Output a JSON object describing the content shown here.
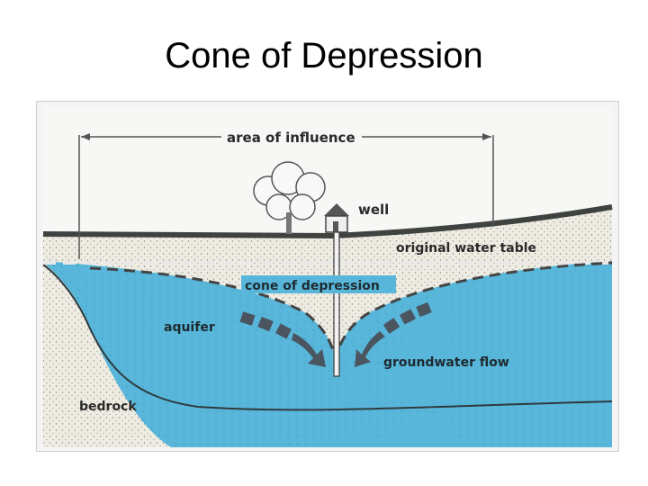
{
  "title": "Cone of Depression",
  "diagram": {
    "labels": {
      "area_of_influence": "area of influence",
      "well": "well",
      "original_water_table": "original water table",
      "cone_of_depression": "cone of depression",
      "aquifer": "aquifer",
      "groundwater_flow": "groundwater flow",
      "bedrock": "bedrock"
    },
    "colors": {
      "water": "#57b6d9",
      "soil": "#eeece2",
      "ground_line": "#3f4340",
      "dashed_line": "#444444",
      "frame": "#cfcfcf"
    }
  }
}
